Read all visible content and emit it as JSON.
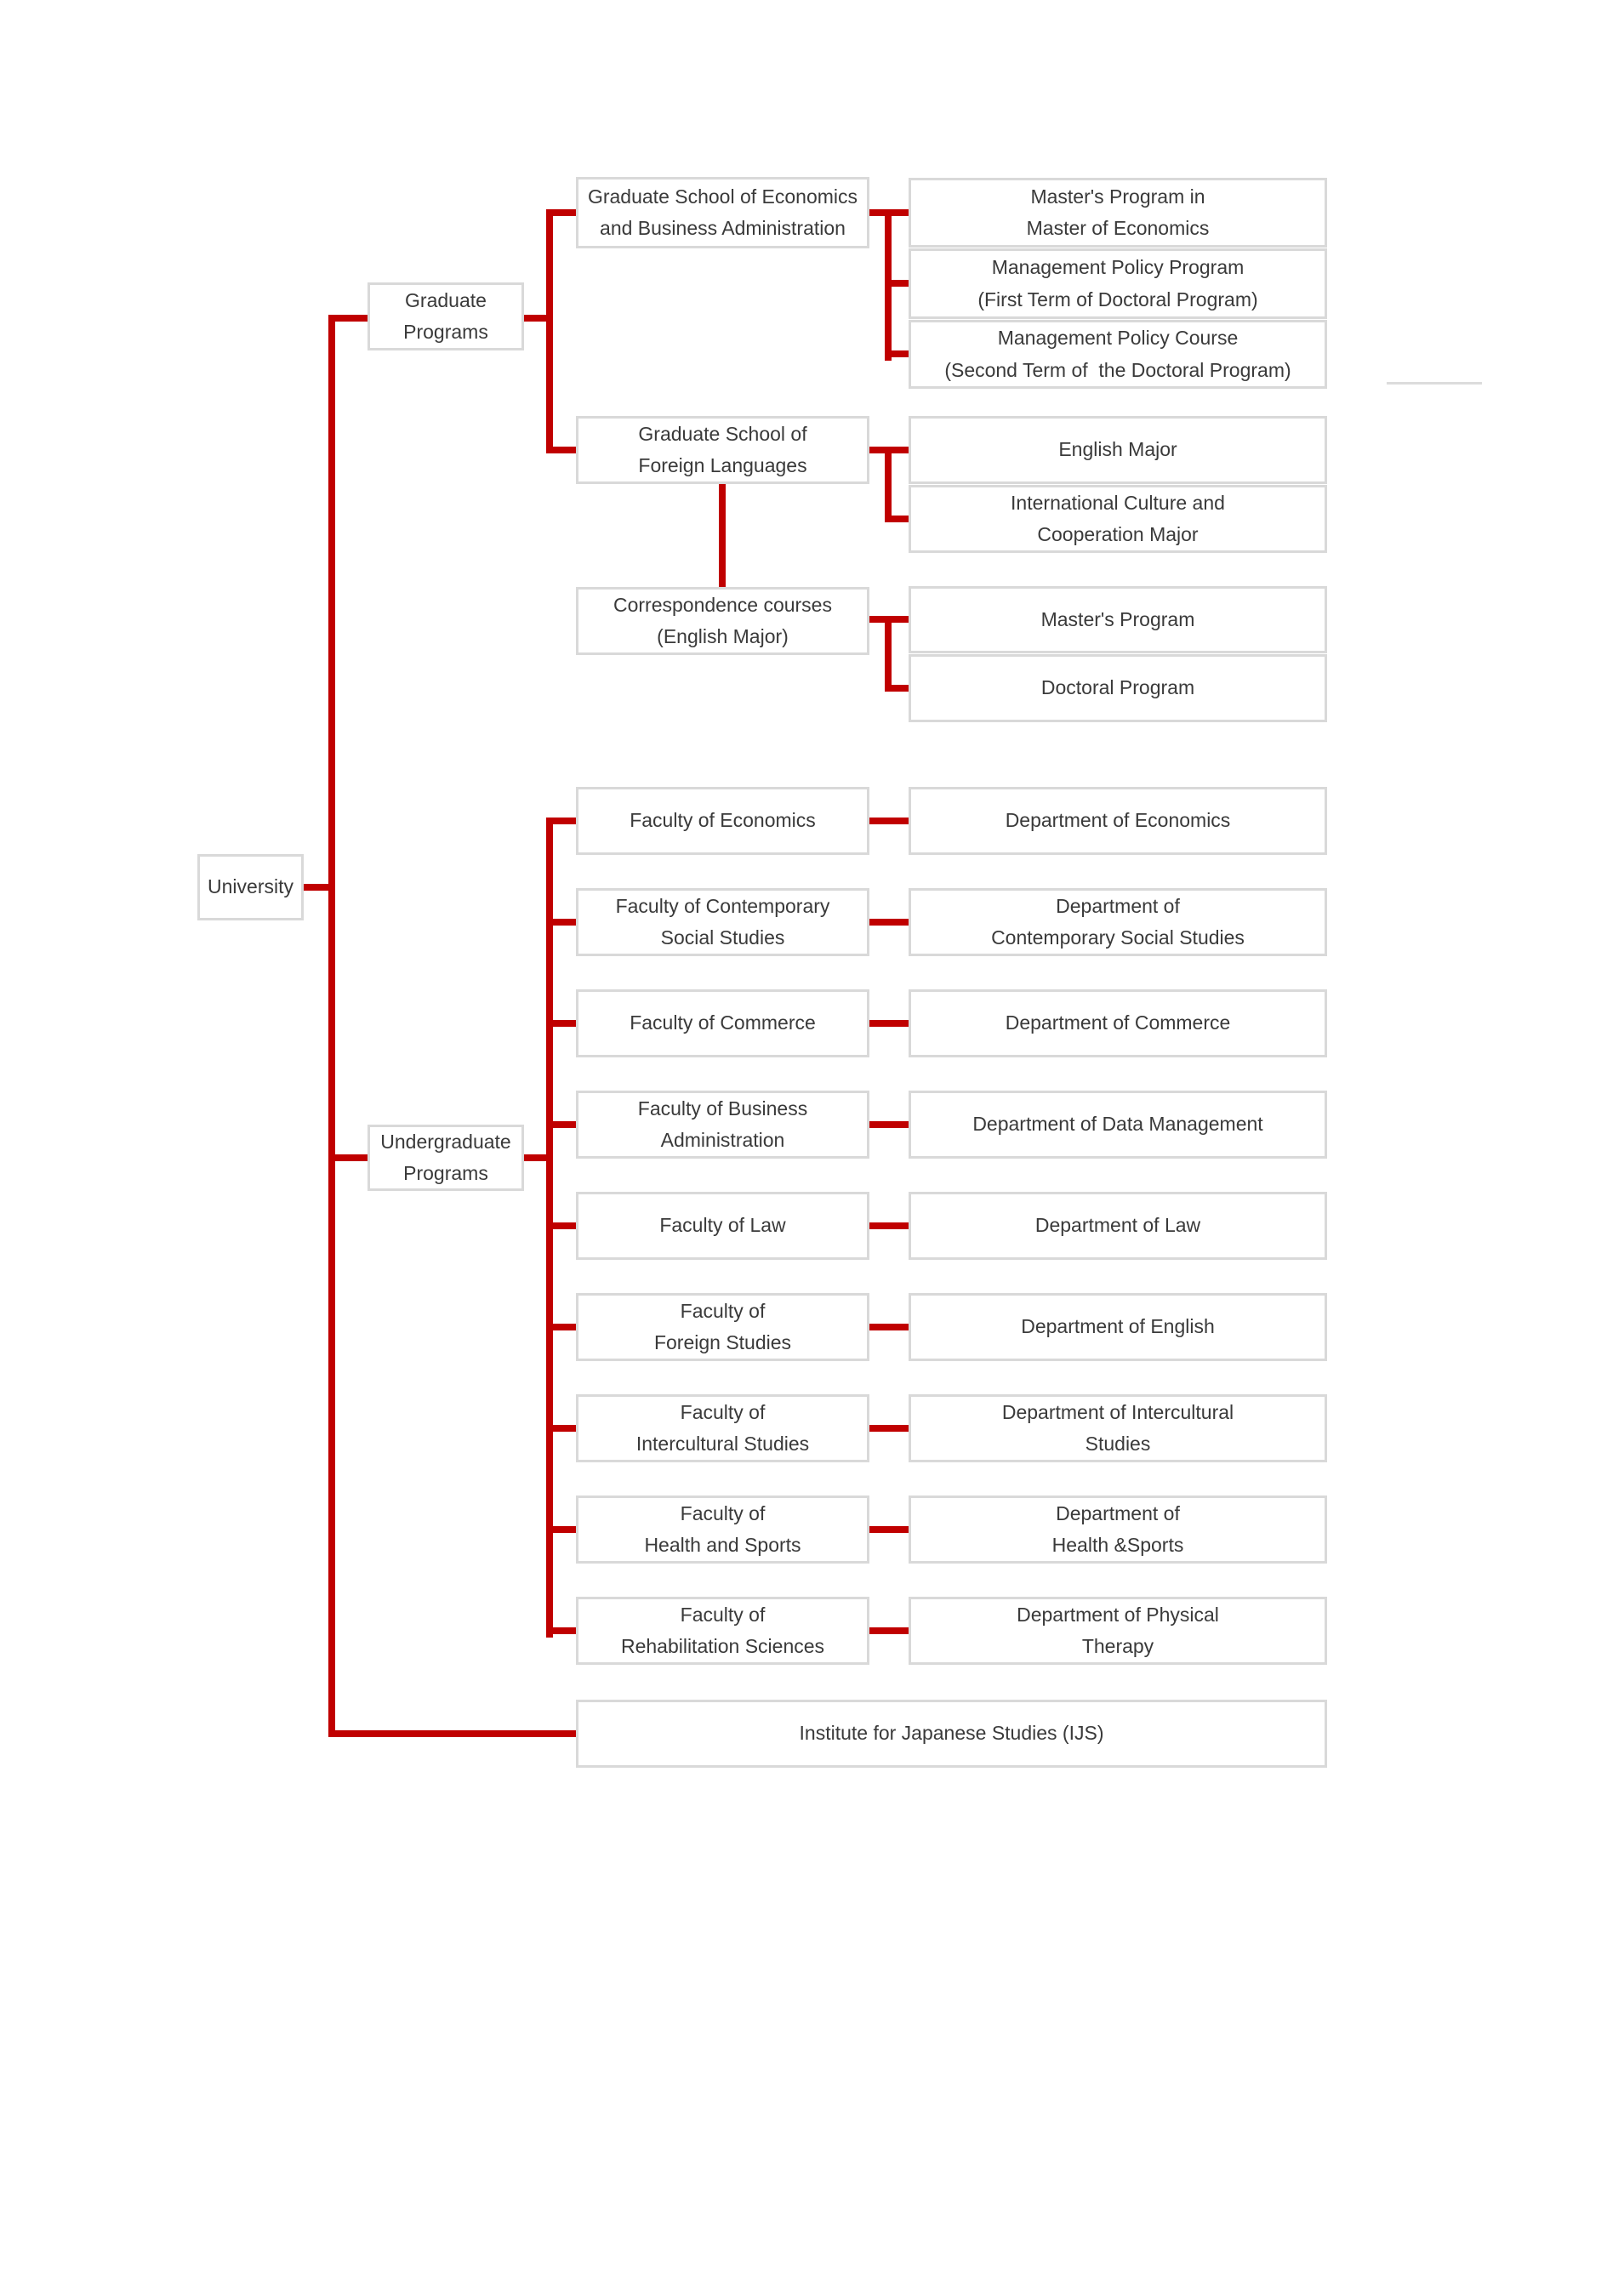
{
  "colors": {
    "connector": "#c00000",
    "box_border": "#d9d9d9",
    "text": "#3a3a3a",
    "background": "#ffffff",
    "artifact_line": "#dcdcdc"
  },
  "university": {
    "label": "University"
  },
  "graduate": {
    "label": "Graduate\nPrograms",
    "economics": {
      "label": "Graduate School of Economics\nand Business Administration",
      "programs": [
        "Master's Program in\nMaster of Economics",
        "Management Policy Program\n(First Term of Doctoral Program)",
        "Management Policy Course\n(Second Term of  the Doctoral Program)"
      ]
    },
    "foreign_languages": {
      "label": "Graduate School of\nForeign Languages",
      "majors": [
        "English Major",
        "International Culture and\nCooperation Major"
      ]
    },
    "correspondence": {
      "label": "Correspondence courses\n(English Major)",
      "programs": [
        "Master's Program",
        "Doctoral Program"
      ]
    }
  },
  "undergraduate": {
    "label": "Undergraduate\nPrograms",
    "rows": [
      {
        "faculty": "Faculty of Economics",
        "department": "Department of Economics"
      },
      {
        "faculty": "Faculty of Contemporary\nSocial Studies",
        "department": "Department of\nContemporary Social Studies"
      },
      {
        "faculty": "Faculty of Commerce",
        "department": "Department of Commerce"
      },
      {
        "faculty": "Faculty of Business\nAdministration",
        "department": "Department of Data Management"
      },
      {
        "faculty": "Faculty of Law",
        "department": "Department of Law"
      },
      {
        "faculty": "Faculty of\nForeign Studies",
        "department": "Department of English"
      },
      {
        "faculty": "Faculty of\nIntercultural Studies",
        "department": "Department of Intercultural\nStudies"
      },
      {
        "faculty": "Faculty of\nHealth and Sports",
        "department": "Department of\nHealth &Sports"
      },
      {
        "faculty": "Faculty of\nRehabilitation Sciences",
        "department": "Department of Physical\nTherapy"
      }
    ]
  },
  "institute": {
    "label": "Institute for Japanese Studies (IJS)"
  }
}
